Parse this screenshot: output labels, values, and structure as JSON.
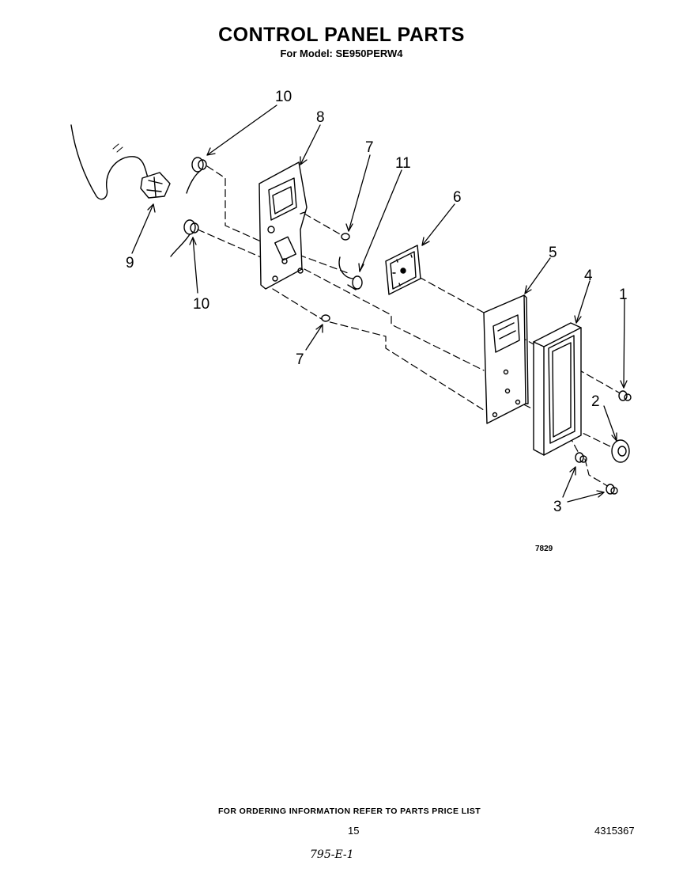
{
  "header": {
    "title": "CONTROL PANEL PARTS",
    "subtitle": "For Model: SE950PERW4"
  },
  "callouts": [
    {
      "id": "c10a",
      "label": "10"
    },
    {
      "id": "c8",
      "label": "8"
    },
    {
      "id": "c7a",
      "label": "7"
    },
    {
      "id": "c11",
      "label": "11"
    },
    {
      "id": "c6",
      "label": "6"
    },
    {
      "id": "c9",
      "label": "9"
    },
    {
      "id": "c10b",
      "label": "10"
    },
    {
      "id": "c5",
      "label": "5"
    },
    {
      "id": "c4",
      "label": "4"
    },
    {
      "id": "c1",
      "label": "1"
    },
    {
      "id": "c7b",
      "label": "7"
    },
    {
      "id": "c2",
      "label": "2"
    },
    {
      "id": "c3",
      "label": "3"
    }
  ],
  "figure_code": "7829",
  "footer": {
    "note": "FOR ORDERING INFORMATION REFER TO PARTS PRICE LIST",
    "page": "15",
    "part_number": "4315367",
    "handwritten": "795-E-1"
  }
}
